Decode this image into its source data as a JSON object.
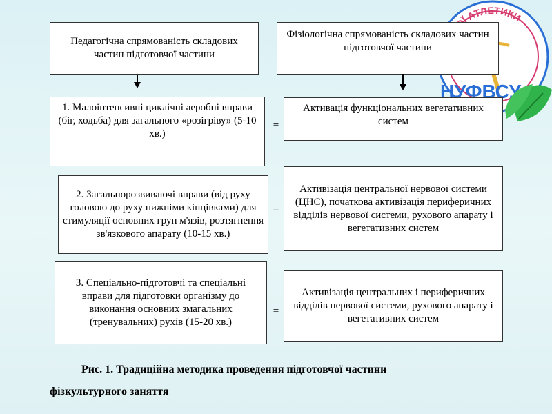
{
  "header": {
    "left_title": "Педагогічна спрямованість складових частин підготовчої частини",
    "right_title": "Фізіологічна спрямованість складових частин підготовчої частини"
  },
  "rows": [
    {
      "left": "1. Малоінтенсивні циклічні аеробні вправи (біг, ходьба) для загального «розігріву» (5-10 хв.)",
      "eq": "=",
      "right": "Активація функціональних вегетативних систем"
    },
    {
      "left": "2. Загальнорозвиваючі вправи (від руху головою до руху нижніми кінцівками) для стимуляції основних груп м'язів, розтягнення зв'язкового апарату (10-15 хв.)",
      "eq": "=",
      "right": "Активізація центральної нервової системи (ЦНС), початкова активізація периферичних відділів нервової системи, рухового апарату і вегетативних систем"
    },
    {
      "left": "3. Спеціально-підготовчі та спеціальні вправи для підготовки організму до виконання основних змагальних (тренувальних) рухів (15-20 хв.)",
      "eq": "=",
      "right": "Активізація центральних і периферичних відділів нервової системи, рухового апарату і вегетативних систем"
    }
  ],
  "caption": {
    "line1": "Рис. 1. Традиційна методика проведення підготовчої частини",
    "line2": "фізкультурного заняття"
  },
  "logo": {
    "ring_text": "ЛЕГКОЇ АТЛЕТИКИ",
    "abbr": "НУФВСУ",
    "colors": {
      "ring": "#d63b6e",
      "inner": "#2a6fd6",
      "leaf": "#22a336"
    }
  }
}
